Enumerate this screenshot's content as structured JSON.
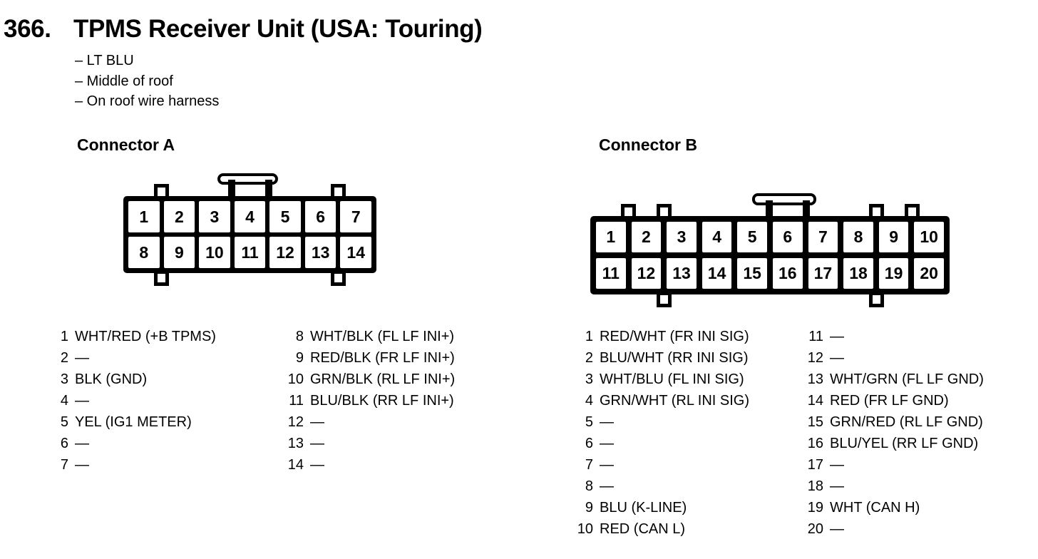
{
  "page": {
    "section_number": "366.",
    "title": "TPMS Receiver Unit (USA: Touring)",
    "notes": [
      "– LT BLU",
      "– Middle of roof",
      "– On roof wire harness"
    ],
    "colors": {
      "ink": "#000000",
      "paper": "#ffffff"
    }
  },
  "connectors": [
    {
      "name": "Connector A",
      "pin_rows": [
        [
          "1",
          "2",
          "3",
          "4",
          "5",
          "6",
          "7"
        ],
        [
          "8",
          "9",
          "10",
          "11",
          "12",
          "13",
          "14"
        ]
      ],
      "pin_list": [
        [
          {
            "pin": "1",
            "label": "WHT/RED (+B TPMS)"
          },
          {
            "pin": "2",
            "label": "—"
          },
          {
            "pin": "3",
            "label": "BLK (GND)"
          },
          {
            "pin": "4",
            "label": "—"
          },
          {
            "pin": "5",
            "label": "YEL (IG1 METER)"
          },
          {
            "pin": "6",
            "label": "—"
          },
          {
            "pin": "7",
            "label": "—"
          }
        ],
        [
          {
            "pin": "8",
            "label": "WHT/BLK (FL LF INI+)"
          },
          {
            "pin": "9",
            "label": "RED/BLK (FR LF INI+)"
          },
          {
            "pin": "10",
            "label": "GRN/BLK (RL LF INI+)"
          },
          {
            "pin": "11",
            "label": "BLU/BLK (RR LF INI+)"
          },
          {
            "pin": "12",
            "label": "—"
          },
          {
            "pin": "13",
            "label": "—"
          },
          {
            "pin": "14",
            "label": "—"
          }
        ]
      ]
    },
    {
      "name": "Connector B",
      "pin_rows": [
        [
          "1",
          "2",
          "3",
          "4",
          "5",
          "6",
          "7",
          "8",
          "9",
          "10"
        ],
        [
          "11",
          "12",
          "13",
          "14",
          "15",
          "16",
          "17",
          "18",
          "19",
          "20"
        ]
      ],
      "pin_list": [
        [
          {
            "pin": "1",
            "label": "RED/WHT (FR INI SIG)"
          },
          {
            "pin": "2",
            "label": "BLU/WHT (RR INI SIG)"
          },
          {
            "pin": "3",
            "label": "WHT/BLU (FL INI SIG)"
          },
          {
            "pin": "4",
            "label": "GRN/WHT (RL INI SIG)"
          },
          {
            "pin": "5",
            "label": "—"
          },
          {
            "pin": "6",
            "label": "—"
          },
          {
            "pin": "7",
            "label": "—"
          },
          {
            "pin": "8",
            "label": "—"
          },
          {
            "pin": "9",
            "label": "BLU (K-LINE)"
          },
          {
            "pin": "10",
            "label": "RED (CAN L)"
          }
        ],
        [
          {
            "pin": "11",
            "label": "—"
          },
          {
            "pin": "12",
            "label": "—"
          },
          {
            "pin": "13",
            "label": "WHT/GRN (FL LF GND)"
          },
          {
            "pin": "14",
            "label": "RED (FR LF GND)"
          },
          {
            "pin": "15",
            "label": "GRN/RED (RL LF GND)"
          },
          {
            "pin": "16",
            "label": "BLU/YEL (RR LF GND)"
          },
          {
            "pin": "17",
            "label": "—"
          },
          {
            "pin": "18",
            "label": "—"
          },
          {
            "pin": "19",
            "label": "WHT (CAN H)"
          },
          {
            "pin": "20",
            "label": "—"
          }
        ]
      ]
    }
  ]
}
